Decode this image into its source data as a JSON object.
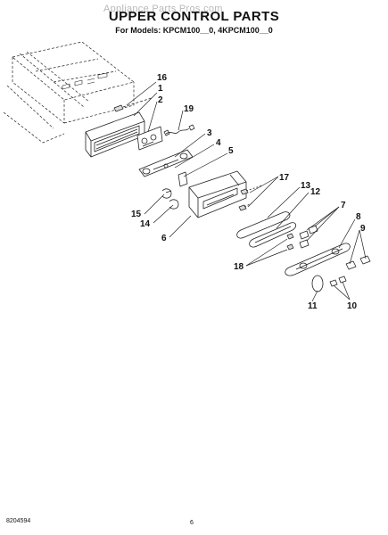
{
  "watermark": "Appliance Parts Pros.com",
  "title": "UPPER CONTROL PARTS",
  "subtitle": "For Models: KPCM100__0, 4KPCM100__0",
  "callouts": [
    {
      "id": "c16",
      "label": "16"
    },
    {
      "id": "c1",
      "label": "1"
    },
    {
      "id": "c2",
      "label": "2"
    },
    {
      "id": "c19",
      "label": "19"
    },
    {
      "id": "c3",
      "label": "3"
    },
    {
      "id": "c4",
      "label": "4"
    },
    {
      "id": "c5",
      "label": "5"
    },
    {
      "id": "c17",
      "label": "17"
    },
    {
      "id": "c13",
      "label": "13"
    },
    {
      "id": "c12",
      "label": "12"
    },
    {
      "id": "c7",
      "label": "7"
    },
    {
      "id": "c8",
      "label": "8"
    },
    {
      "id": "c9",
      "label": "9"
    },
    {
      "id": "c15",
      "label": "15"
    },
    {
      "id": "c14",
      "label": "14"
    },
    {
      "id": "c6",
      "label": "6"
    },
    {
      "id": "c18",
      "label": "18"
    },
    {
      "id": "c11",
      "label": "11"
    },
    {
      "id": "c10",
      "label": "10"
    }
  ],
  "footer": {
    "document_number": "8204594",
    "page_number": "6"
  }
}
